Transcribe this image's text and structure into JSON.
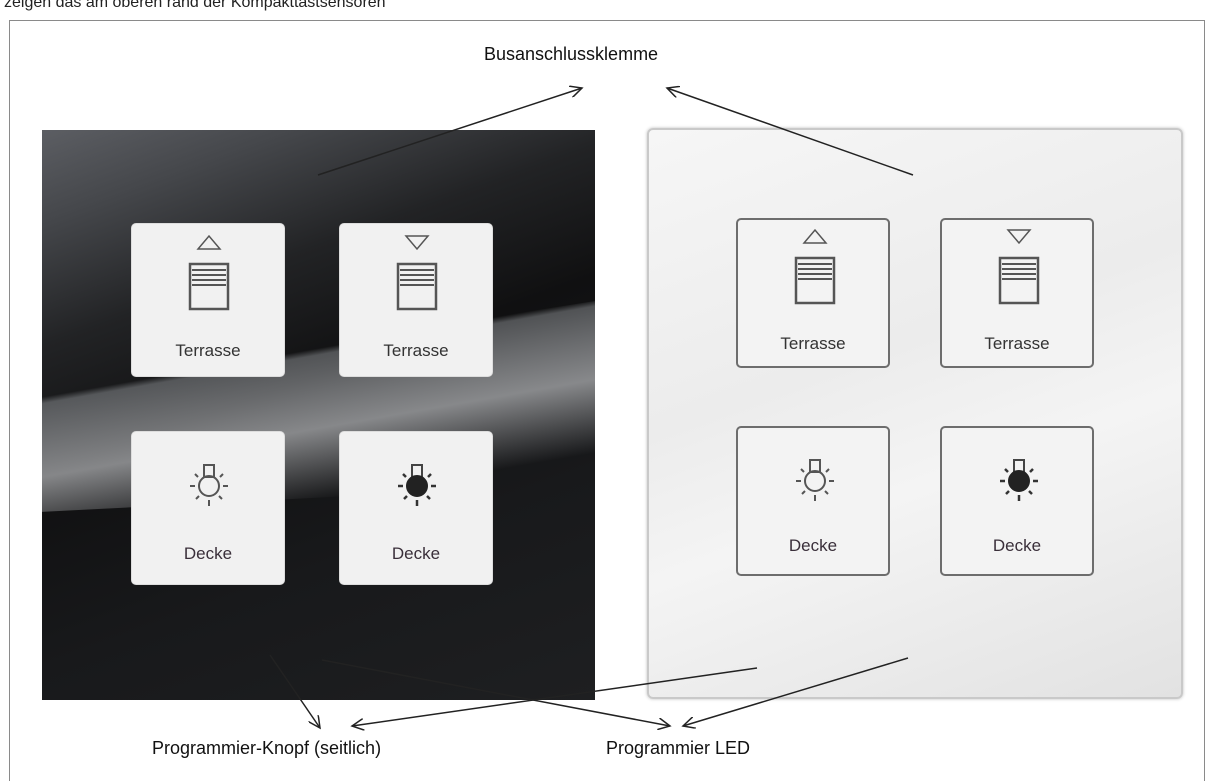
{
  "caption": "zeigen das am oberen rand der Kompakttastsensoren",
  "labels": {
    "bus_terminal": "Busanschlussklemme",
    "programming_button": "Programmier-Knopf (seitlich)",
    "programming_led": "Programmier LED"
  },
  "panels": {
    "dark": {
      "buttons": [
        {
          "label": "Terrasse",
          "icon": "blind-up-icon"
        },
        {
          "label": "Terrasse",
          "icon": "blind-down-icon"
        },
        {
          "label": "Decke",
          "icon": "light-off-icon"
        },
        {
          "label": "Decke",
          "icon": "light-on-icon"
        }
      ]
    },
    "light": {
      "buttons": [
        {
          "label": "Terrasse",
          "icon": "blind-up-icon"
        },
        {
          "label": "Terrasse",
          "icon": "blind-down-icon"
        },
        {
          "label": "Decke",
          "icon": "light-off-icon"
        },
        {
          "label": "Decke",
          "icon": "light-on-icon"
        }
      ]
    }
  },
  "colors": {
    "dark_panel": "#141516",
    "light_panel": "#f0f0f0",
    "button_face": "#f2f2f2",
    "icon_stroke": "#555555",
    "arrow": "#222222"
  }
}
